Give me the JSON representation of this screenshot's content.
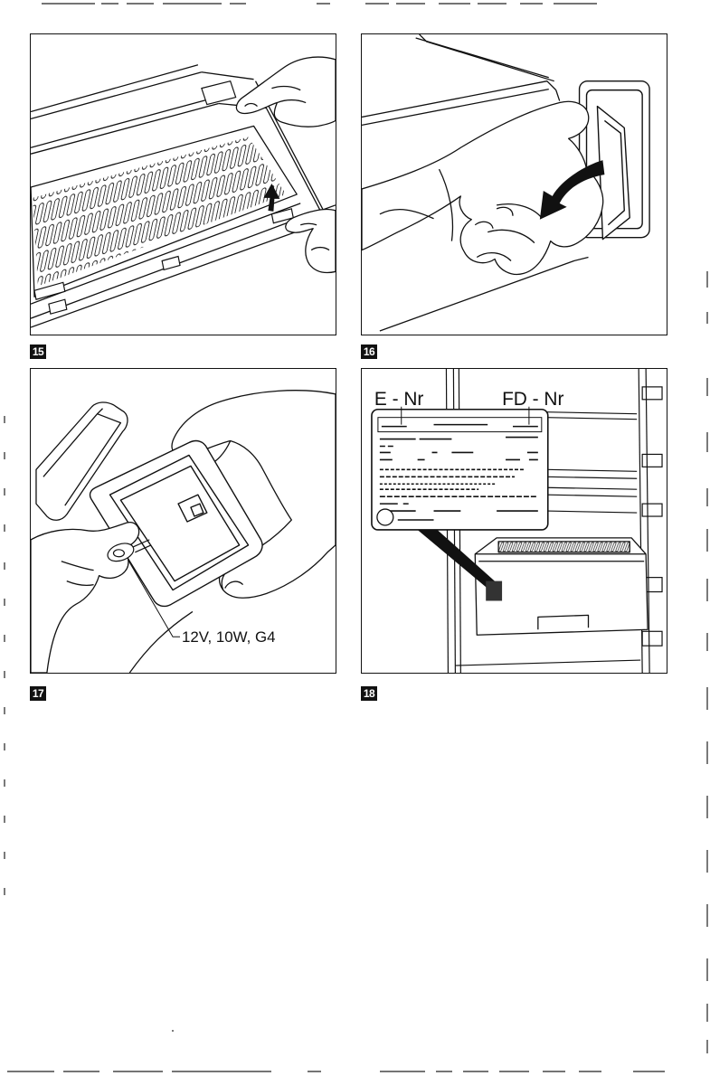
{
  "figures": {
    "fig15": {
      "number": "15"
    },
    "fig16": {
      "number": "16"
    },
    "fig17": {
      "number": "17",
      "bulb_label": "12V, 10W, G4"
    },
    "fig18": {
      "number": "18",
      "e_nr_label": "E - Nr",
      "fd_nr_label": "FD - Nr"
    }
  },
  "icons": [
    "up-arrow-icon",
    "curved-arrow-icon"
  ],
  "colors": {
    "ink": "#111111",
    "paper": "#ffffff"
  }
}
